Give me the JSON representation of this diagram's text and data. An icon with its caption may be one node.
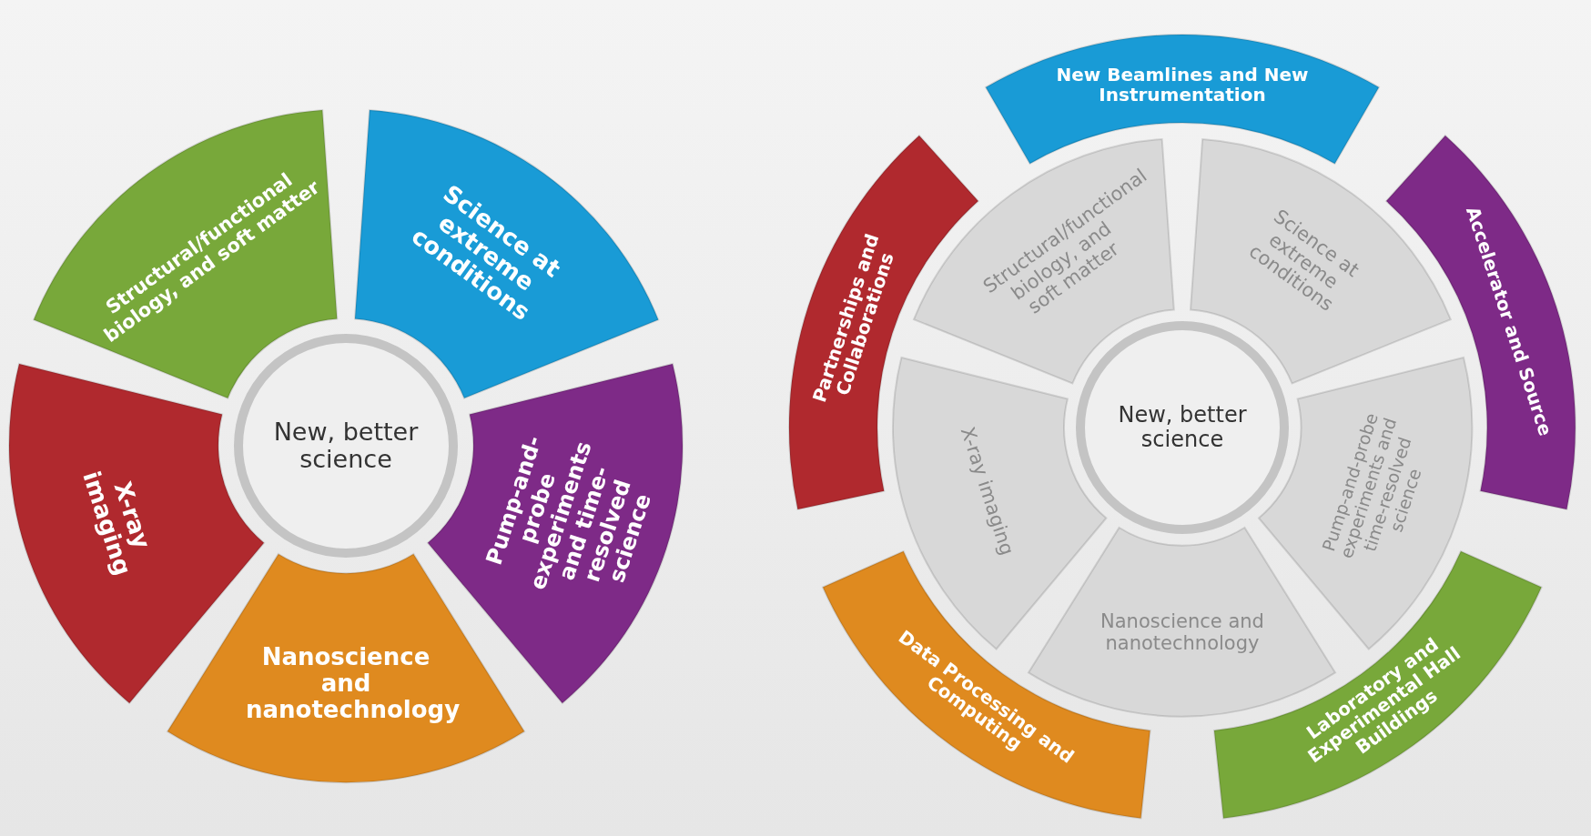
{
  "diagram": {
    "nodes": [
      {
        "text": [
          "New, better science"
        ]
      },
      {
        "text": [
          "Structural/functional biology, and soft matter"
        ]
      },
      {
        "text": [
          "Science at extreme conditions"
        ]
      },
      {
        "text": [
          "Pump-and-probe experiments and time-resolved science"
        ]
      },
      {
        "text": [
          "Nanoscience and nanotechnology"
        ]
      },
      {
        "text": [
          "X-ray imaging"
        ]
      },
      {
        "text": [
          "New, better science"
        ]
      },
      {
        "text": [
          "Structural/functional biology, and soft matter"
        ]
      },
      {
        "text": [
          "Science at extreme conditions"
        ]
      },
      {
        "text": [
          "Pump-and-probe experiments and time-resolved science"
        ]
      },
      {
        "text": [
          "Nanoscience and nanotechnology"
        ]
      },
      {
        "text": [
          "X-ray imaging"
        ]
      },
      {
        "text": [
          "New Beamlines and New Instrumentation"
        ]
      },
      {
        "text": [
          "Accelerator and Source"
        ]
      },
      {
        "text": [
          "Laboratory and Experimental Hall Buildings"
        ]
      },
      {
        "text": [
          "Data Processing and Computing"
        ]
      },
      {
        "text": [
          "Partnerships and Collaborations"
        ]
      }
    ]
  }
}
